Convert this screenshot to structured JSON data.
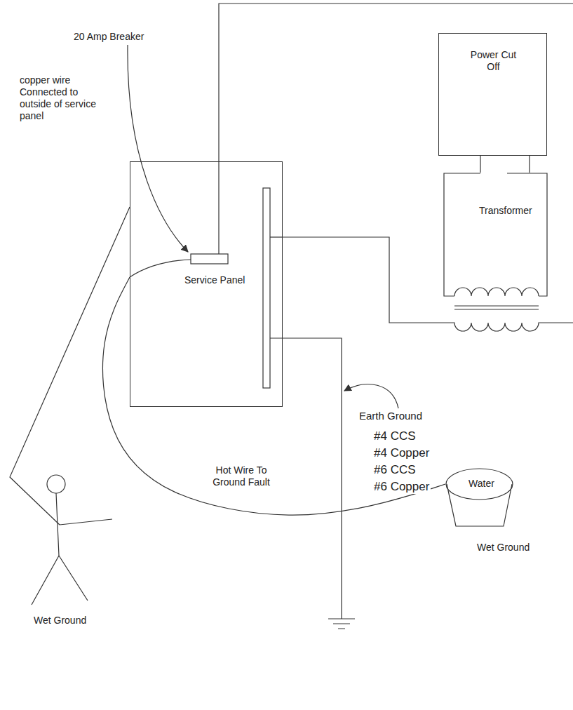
{
  "diagram": {
    "nodes": [
      {
        "text": [
          "Power Cut Off"
        ]
      },
      {
        "text": [
          "Service Panel"
        ]
      },
      {
        "text": [
          "Transformer"
        ]
      },
      {
        "text": [
          "Water"
        ]
      }
    ],
    "edges": [
      {
        "from": 0,
        "to": 2,
        "arrow": "none"
      },
      {
        "from": 0,
        "to": 2,
        "arrow": "none"
      },
      {
        "from": 1,
        "to": 2,
        "arrow": "none"
      },
      {
        "from": 1,
        "to": 3,
        "arrow": "none"
      }
    ],
    "labels": [
      "20 Amp Breaker",
      "copper wire Connected to outside of service panel",
      "Earth Ground",
      "#4 CCS",
      "#4 Copper",
      "#6 CCS",
      "#6 Copper",
      "Hot Wire To Ground Fault",
      "Wet Ground",
      "Wet Ground"
    ]
  }
}
